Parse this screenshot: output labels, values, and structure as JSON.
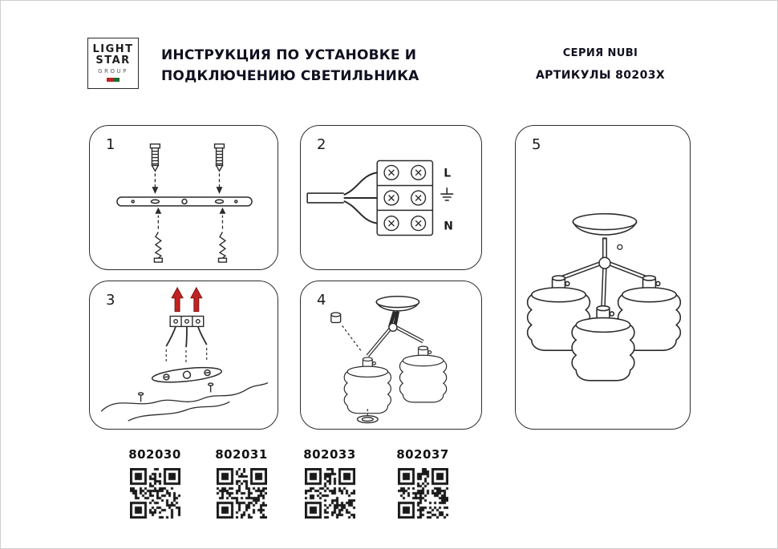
{
  "header": {
    "logo": {
      "line1": "LIGHT",
      "line2": "STAR",
      "line3": "GROUP"
    },
    "title_line1": "ИНСТРУКЦИЯ ПО УСТАНОВКЕ И",
    "title_line2": "ПОДКЛЮЧЕНИЮ СВЕТИЛЬНИКА",
    "series": "СЕРИЯ NUBI",
    "articles_label": "АРТИКУЛЫ 80203X"
  },
  "steps": [
    {
      "number": "1"
    },
    {
      "number": "2",
      "terminal_labels": {
        "live": "L",
        "neutral": "N"
      }
    },
    {
      "number": "3"
    },
    {
      "number": "4"
    },
    {
      "number": "5"
    }
  ],
  "product_variants": [
    {
      "code": "802030"
    },
    {
      "code": "802031"
    },
    {
      "code": "802033"
    },
    {
      "code": "802037"
    }
  ],
  "colors": {
    "arrow_red": "#c22222",
    "line": "#2b2b2b"
  }
}
